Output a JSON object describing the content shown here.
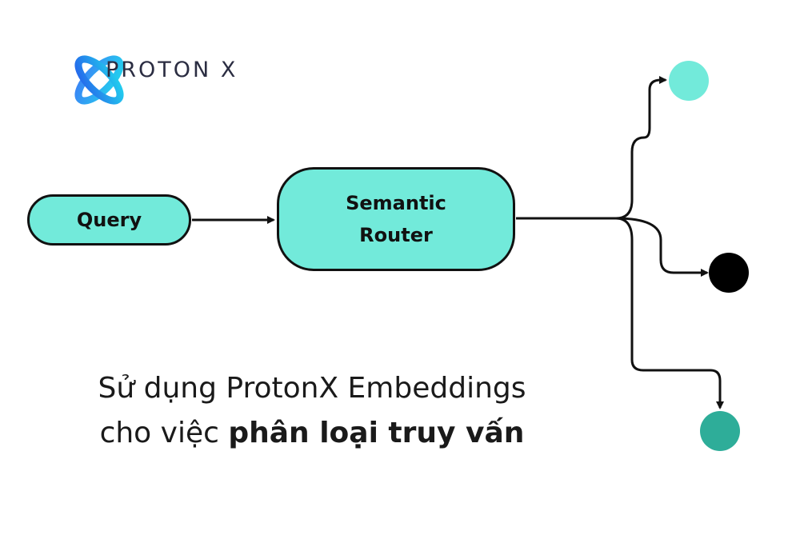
{
  "logo": {
    "text": "PROTON X",
    "colors": [
      "#3b82f6",
      "#22d3ee"
    ]
  },
  "nodes": {
    "query": "Query",
    "router_line1": "Semantic",
    "router_line2": "Router"
  },
  "caption": {
    "line1": "Sử dụng ProtonX Embeddings",
    "line2_regular": "cho việc ",
    "line2_bold": "phân loại truy vấn"
  },
  "colors": {
    "node_fill": "#72eada",
    "outline": "#111111",
    "output_1": "#72eada",
    "output_2": "#000000",
    "output_3": "#2ead99"
  }
}
